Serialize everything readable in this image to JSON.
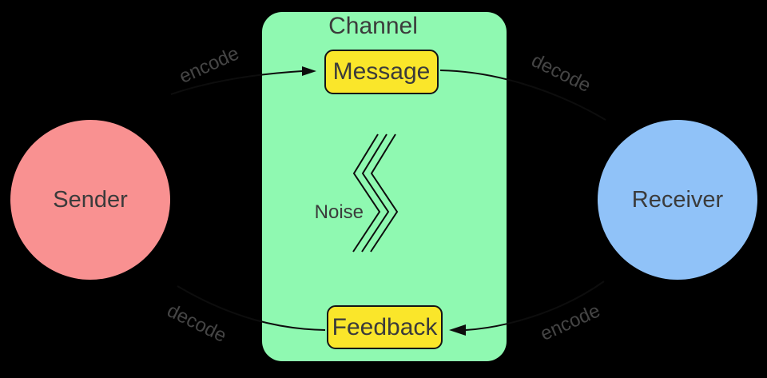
{
  "diagram": {
    "title": "Channel",
    "channel": {
      "label": "Channel",
      "fill": "#8ff9b1"
    },
    "sender": {
      "label": "Sender",
      "fill": "#f99191"
    },
    "receiver": {
      "label": "Receiver",
      "fill": "#90c2f8"
    },
    "message": {
      "label": "Message",
      "fill": "#fae62a"
    },
    "feedback": {
      "label": "Feedback",
      "fill": "#fae62a"
    },
    "noise": {
      "label": "Noise"
    },
    "edge_labels": {
      "top_left": "encode",
      "top_right": "decode",
      "bottom_left": "decode",
      "bottom_right": "encode"
    },
    "colors": {
      "background": "#000000",
      "node_text": "#3b3b3b",
      "edge_label_text": "#454545",
      "arrow_stroke": "#0d0d0d",
      "node_border": "#141414"
    }
  }
}
